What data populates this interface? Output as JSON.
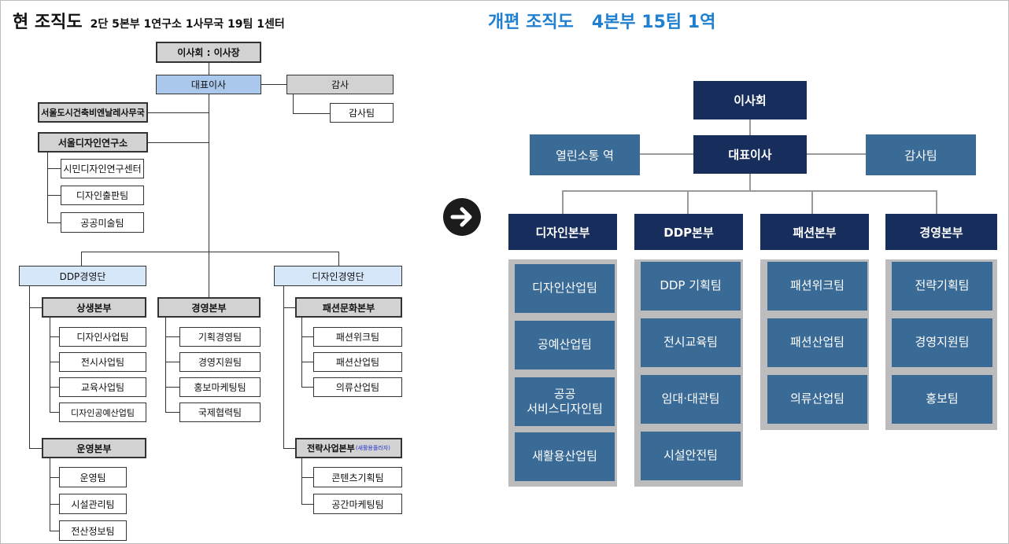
{
  "left_title": "현 조직도",
  "left_subtitle": "2단 5본부 1연구소 1사무국 19팀 1센터",
  "right_title": "개편 조직도   4본부 15팀 1역",
  "old": {
    "board": "이사회 : 이사장",
    "ceo": "대표이사",
    "audit": "감사",
    "audit_team": "감사팀",
    "secretariat": "서울도시건축비엔날레사무국",
    "institute": "서울디자인연구소",
    "institute_teams": [
      "시민디자인연구센터",
      "디자인출판팀",
      "공공미술팀"
    ],
    "ddp_group": "DDP경영단",
    "design_group": "디자인경영단",
    "coexistence": "상생본부",
    "coexistence_teams": [
      "디자인사업팀",
      "전시사업팀",
      "교육사업팀",
      "디자인공예산업팀"
    ],
    "operation": "운영본부",
    "operation_teams": [
      "운영팀",
      "시설관리팀",
      "전산정보팀"
    ],
    "management": "경영본부",
    "management_teams": [
      "기획경영팀",
      "경영지원팀",
      "홍보마케팅팀",
      "국제협력팀"
    ],
    "fashion_culture": "패션문화본부",
    "fashion_teams": [
      "패션위크팀",
      "패션산업팀",
      "의류산업팀"
    ],
    "strategy": "전략사업본부",
    "strategy_note": "(새활용플라자)",
    "strategy_teams": [
      "콘텐츠기획팀",
      "공간마케팅팀"
    ]
  },
  "new": {
    "board": "이사회",
    "ceo": "대표이사",
    "station": "열린소통 역",
    "audit_team": "감사팀",
    "divisions": [
      {
        "name": "디자인본부",
        "teams": [
          "디자인산업팀",
          "공예산업팀",
          "공공\n서비스디자인팀",
          "새활용산업팀"
        ]
      },
      {
        "name": "DDP본부",
        "teams": [
          "DDP 기획팀",
          "전시교육팀",
          "임대·대관팀",
          "시설안전팀"
        ]
      },
      {
        "name": "패션본부",
        "teams": [
          "패션위크팀",
          "패션산업팀",
          "의류산업팀"
        ]
      },
      {
        "name": "경영본부",
        "teams": [
          "전략기획팀",
          "경영지원팀",
          "홍보팀"
        ]
      }
    ]
  },
  "colors": {
    "navy": "#172d5b",
    "steel": "#3a6b97",
    "title_blue": "#1f7fd0",
    "old_blue": "#a9c8ec",
    "old_light": "#d6e7fa",
    "old_gray": "#d2d2d2"
  },
  "icons": {
    "arrow": "arrow-right-circle-icon"
  }
}
